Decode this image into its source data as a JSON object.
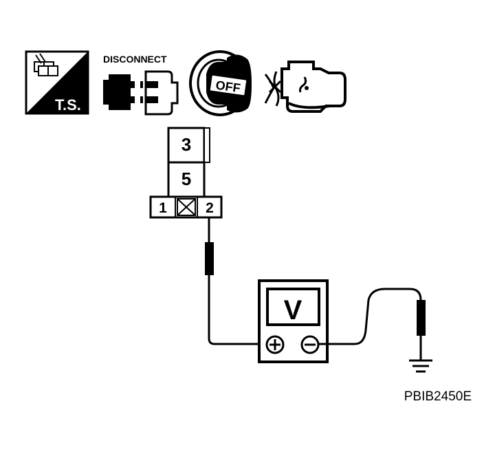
{
  "icons": {
    "ts_label": "T.S.",
    "disconnect_label": "DISCONNECT",
    "ignition_label": "OFF"
  },
  "connector": {
    "pins": [
      "3",
      "5",
      "1",
      "2"
    ]
  },
  "meter": {
    "label": "V",
    "positive_symbol": "plus",
    "negative_symbol": "minus"
  },
  "figure_code": "PBIB2450E"
}
